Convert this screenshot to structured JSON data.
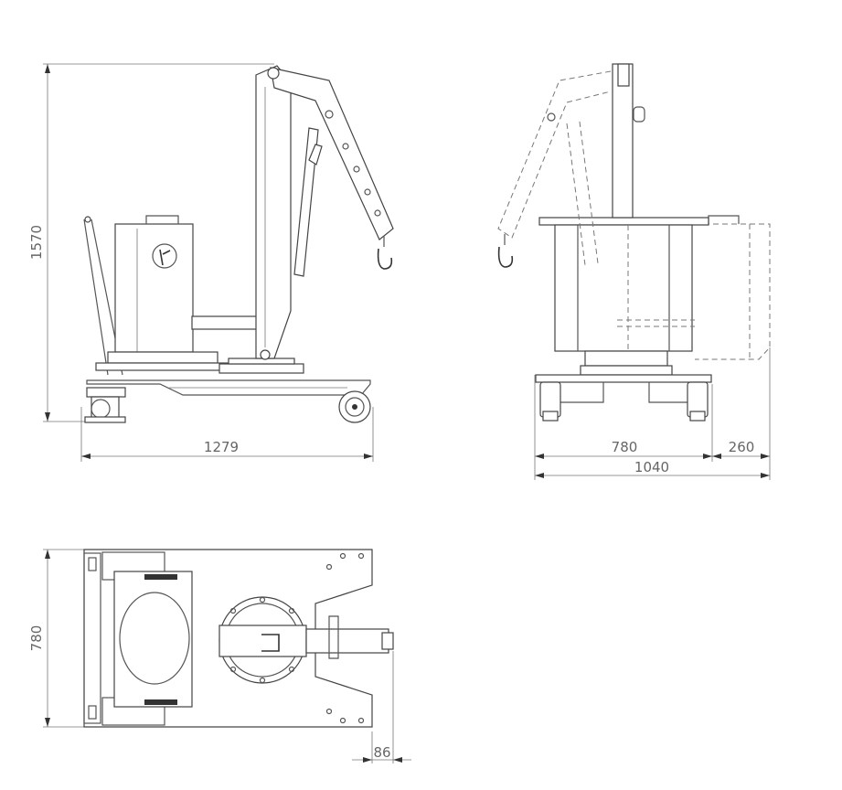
{
  "dimensions": {
    "side_height": "1570",
    "side_length": "1279",
    "front_width": "780",
    "front_extension": "260",
    "front_total": "1040",
    "top_width": "780",
    "top_overhang": "86"
  }
}
